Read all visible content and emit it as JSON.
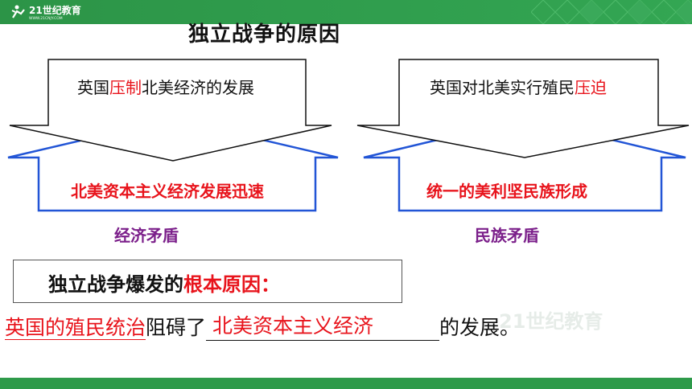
{
  "header": {
    "logo_text": "21世纪教育",
    "logo_sub": "WWW.21CNJY.COM"
  },
  "title": "独立战争的原因",
  "left_arrow": {
    "top_text_pre": "英国",
    "top_text_red": "压制",
    "top_text_post": "北美经济的发展",
    "bottom_text": "北美资本主义经济发展迅速",
    "tag": "经济矛盾"
  },
  "right_arrow": {
    "top_text_pre": "英国对北美实行殖民",
    "top_text_red": "压迫",
    "bottom_text": "统一的美利坚民族形成",
    "tag": "民族矛盾"
  },
  "cause": {
    "label_pre": "独立战争爆发的",
    "label_red": "根本原因："
  },
  "answer": {
    "subject": "英国的殖民统治",
    "verb": "阻碍了",
    "blank_answer": "北美资本主义经济",
    "tail": "的发展。"
  },
  "colors": {
    "green": "#2e9a4a",
    "red": "#e8141c",
    "blue_outline": "#2255d6",
    "purple": "#7b1f8a"
  }
}
